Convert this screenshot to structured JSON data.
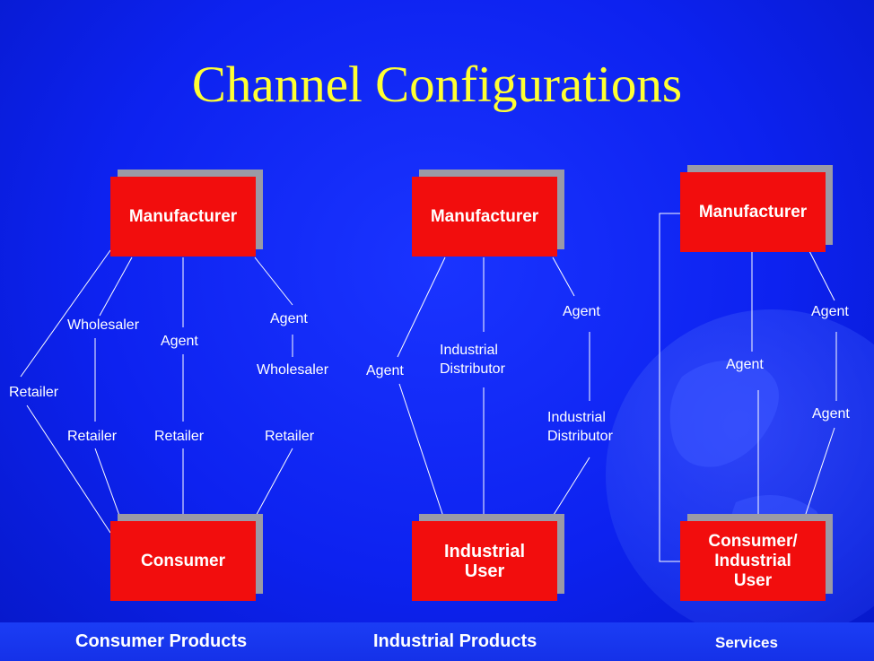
{
  "title": "Channel Configurations",
  "colors": {
    "background": "#0d22f0",
    "title": "#ffff33",
    "box": "#f20d0d",
    "box_shadow": "#9a9aa6",
    "text": "#ffffff"
  },
  "columns": {
    "consumer": {
      "top_box": "Manufacturer",
      "bottom_box": "Consumer",
      "labels": {
        "retailer_direct": "Retailer",
        "wholesaler_1": "Wholesaler",
        "retailer_1": "Retailer",
        "agent_1": "Agent",
        "retailer_2": "Retailer",
        "agent_2": "Agent",
        "wholesaler_2": "Wholesaler",
        "retailer_3": "Retailer"
      },
      "footer": "Consumer Products"
    },
    "industrial": {
      "top_box": "Manufacturer",
      "bottom_box": "Industrial\nUser",
      "labels": {
        "agent_1": "Agent",
        "distributor_1": "Industrial\nDistributor",
        "agent_2": "Agent",
        "distributor_2": "Industrial\nDistributor"
      },
      "footer": "Industrial Products"
    },
    "services": {
      "top_box": "Manufacturer",
      "bottom_box": "Consumer/\nIndustrial\nUser",
      "labels": {
        "agent_1": "Agent",
        "agent_2": "Agent",
        "agent_3": "Agent"
      },
      "footer": "Services"
    }
  }
}
